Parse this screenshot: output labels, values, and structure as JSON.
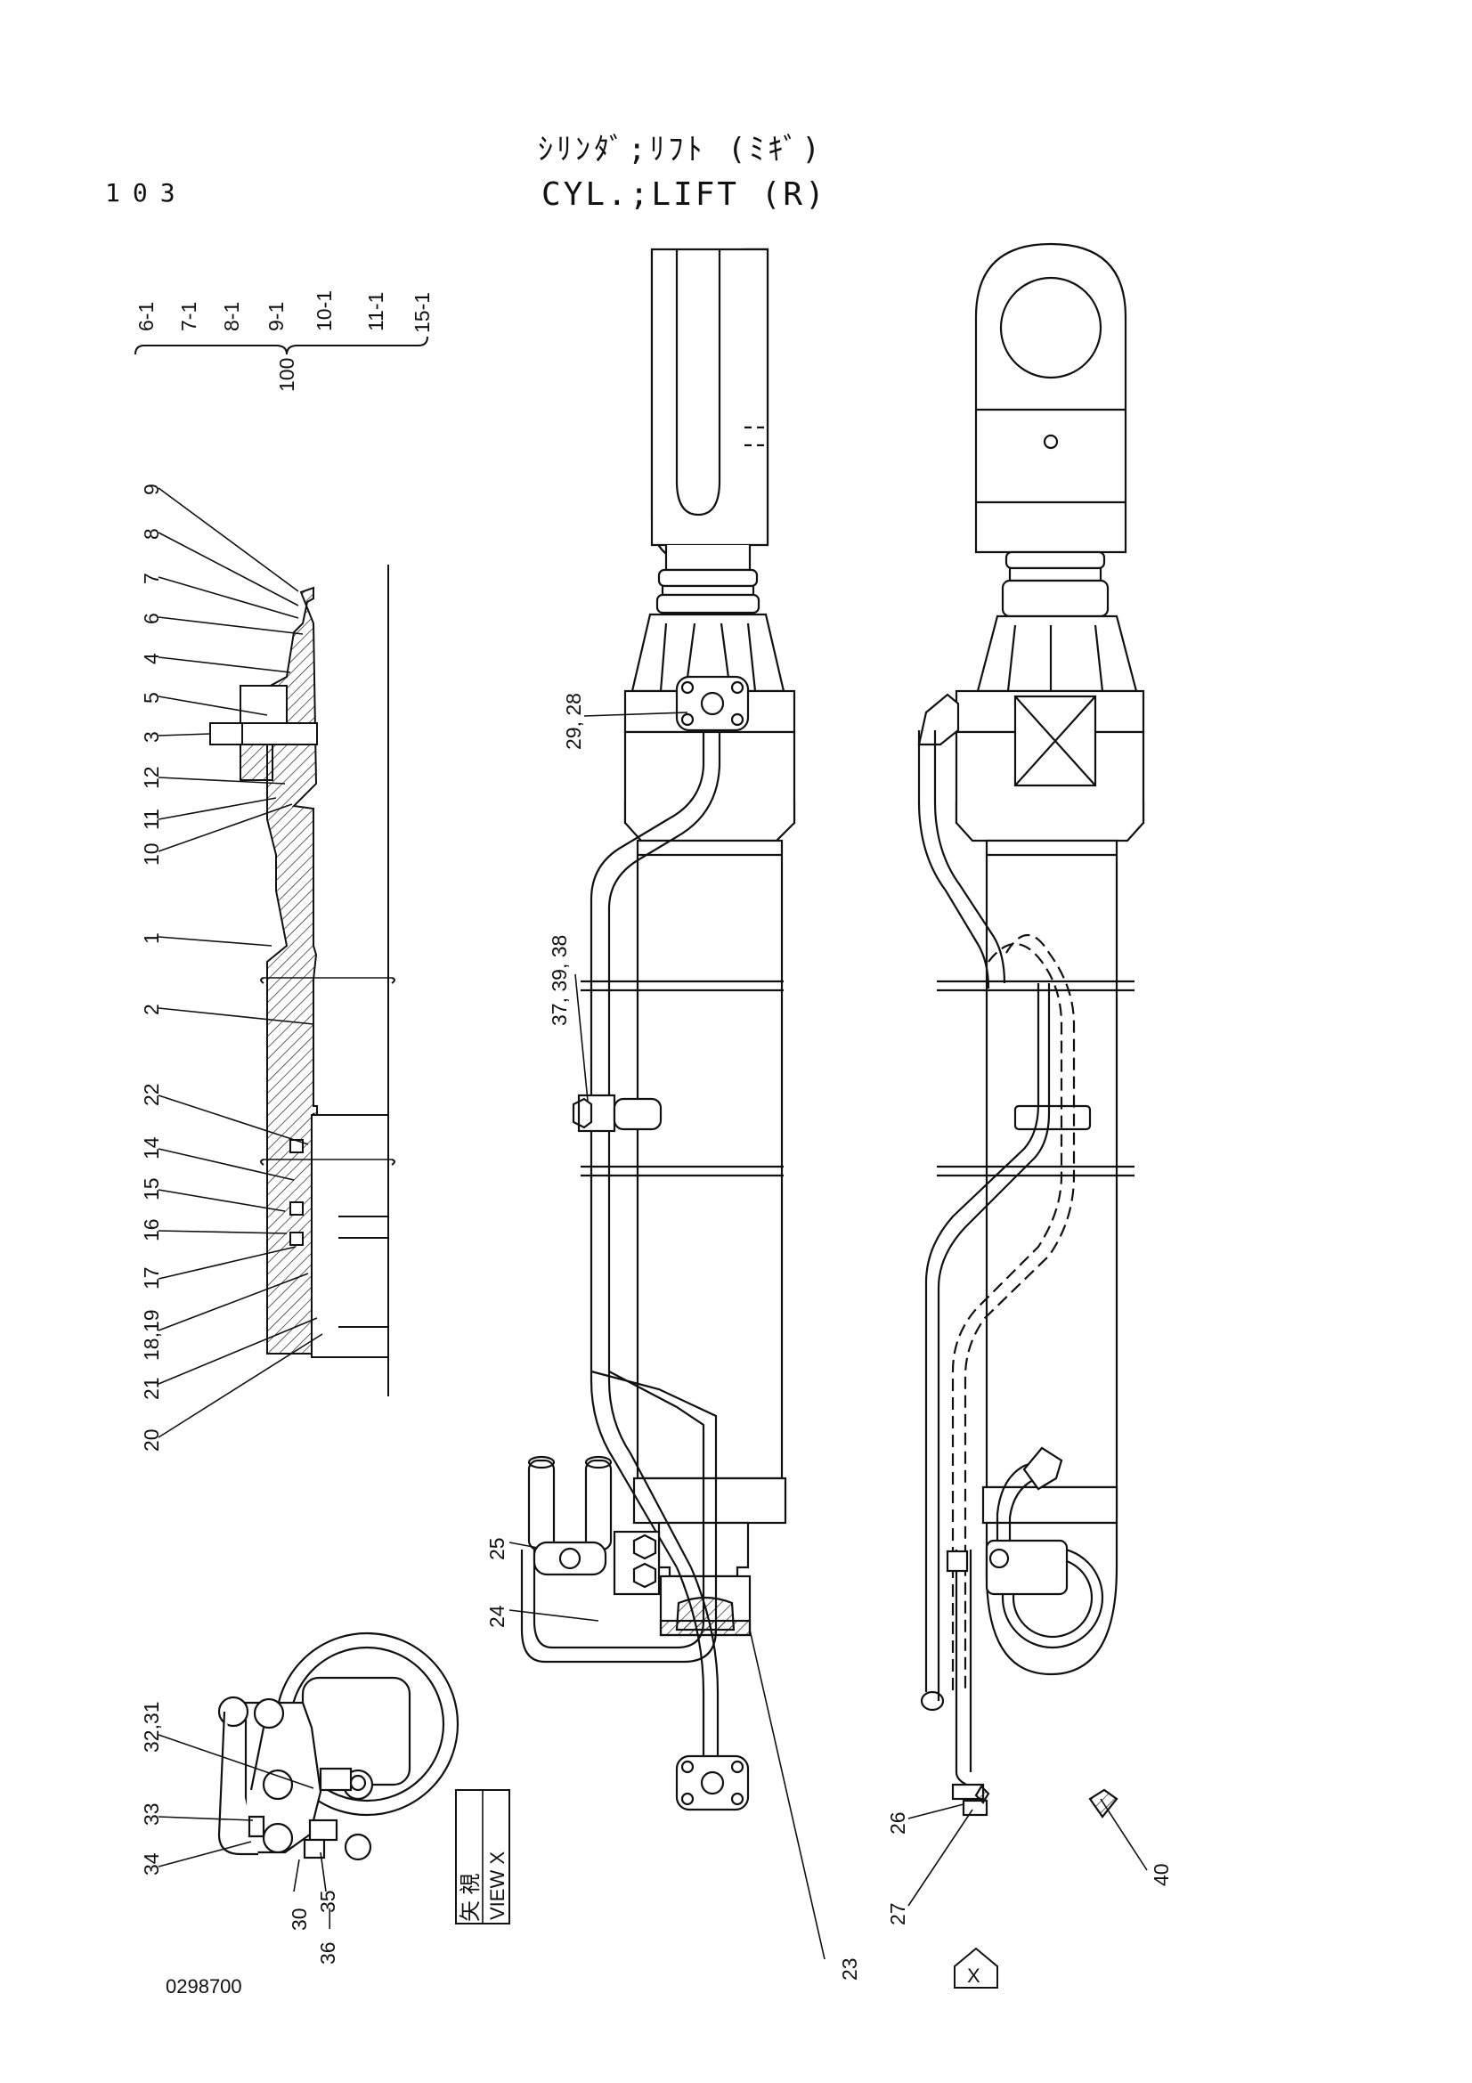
{
  "header": {
    "page_number": "103",
    "title_japanese": "ｼﾘﾝﾀﾞ;ﾘﾌﾄ (ﾐｷﾞ)",
    "title_english": "CYL.;LIFT (R)"
  },
  "kit": {
    "items": [
      "6-1",
      "7-1",
      "8-1",
      "9-1",
      "10-1",
      "11-1",
      "15-1"
    ],
    "group_number": "100"
  },
  "section_callouts": [
    "9",
    "8",
    "7",
    "6",
    "4",
    "5",
    "3",
    "12",
    "11",
    "10",
    "1",
    "2",
    "22",
    "14",
    "15",
    "16",
    "17",
    "18,19",
    "21",
    "20"
  ],
  "assembly_callouts": {
    "c2928": "29, 28",
    "c373938": "37, 39, 38",
    "c25": "25",
    "c24": "24",
    "c23": "23",
    "c26": "26",
    "c27": "27",
    "c40": "40"
  },
  "view_x": {
    "label_jp": "矢 視",
    "label_en": "VIEW X",
    "callouts": [
      "32,31",
      "33",
      "34",
      "30",
      "35",
      "36"
    ],
    "range_sep": "—"
  },
  "view_marker": "X",
  "drawing_number": "0298700"
}
